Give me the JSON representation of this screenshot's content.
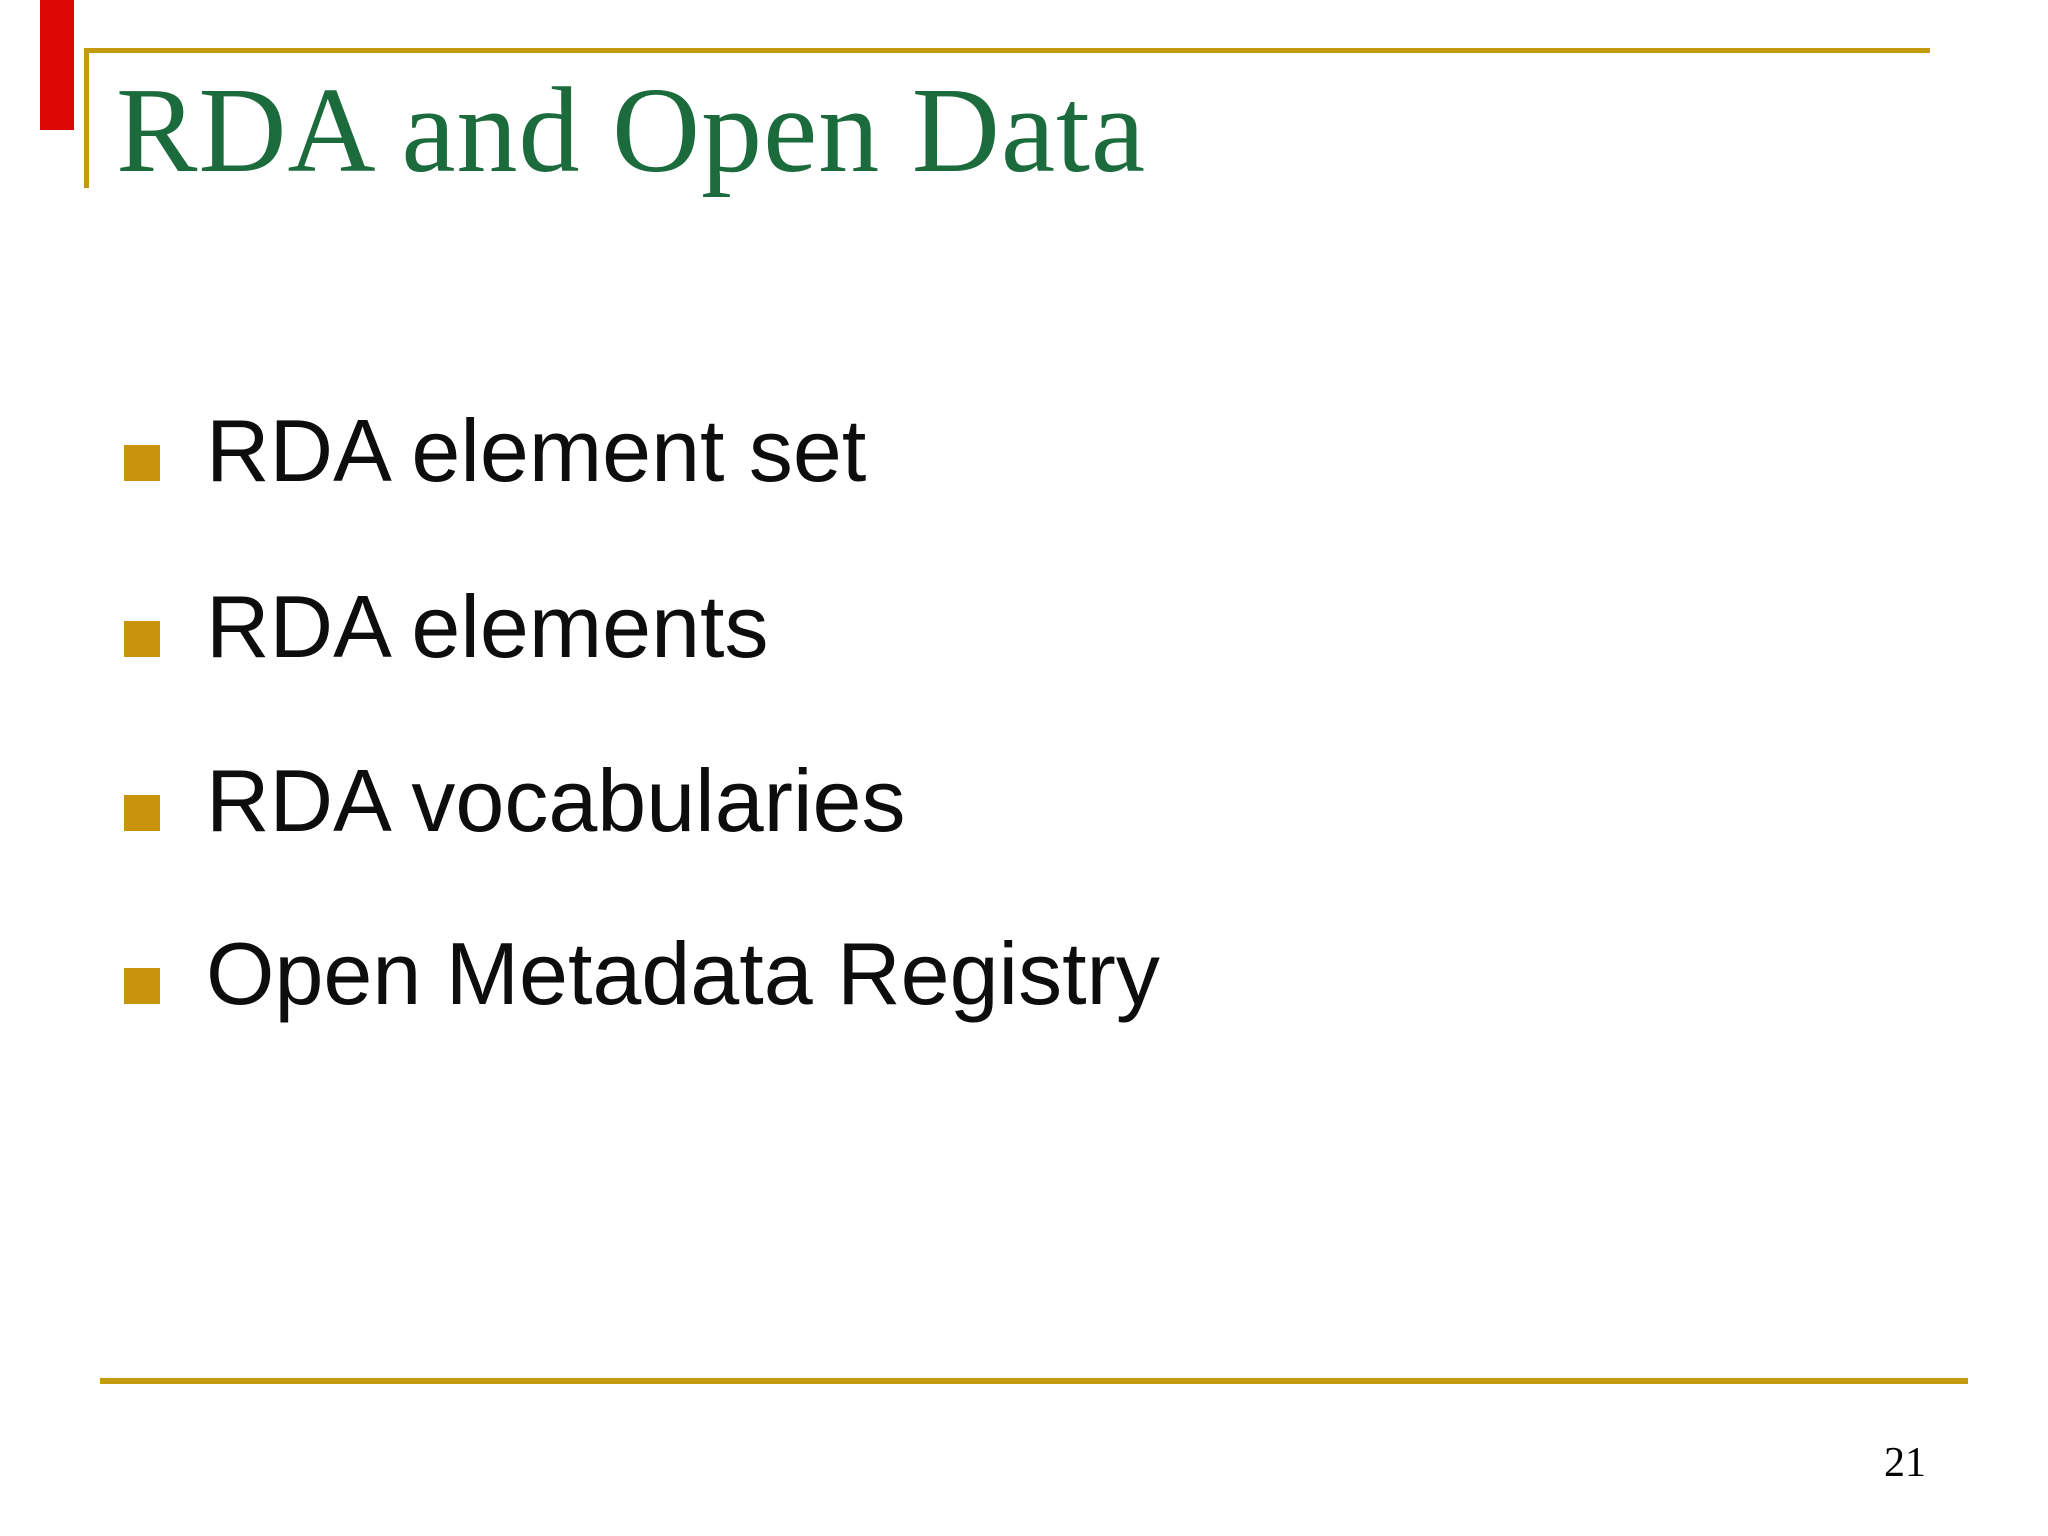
{
  "slide": {
    "title": "RDA and Open Data",
    "bullets": [
      "RDA element set",
      "RDA elements",
      "RDA vocabularies",
      "Open Metadata Registry"
    ],
    "page_number": "21"
  },
  "colors": {
    "background": "#FFFFFF",
    "title_green": "#1B6B3D",
    "line_gold": "#C49A0E",
    "bullet_gold": "#C8940C",
    "accent_red": "#DD0806",
    "body_text": "#0D0D0D"
  },
  "icons": {
    "bullet_square": "gold-square-bullet"
  }
}
